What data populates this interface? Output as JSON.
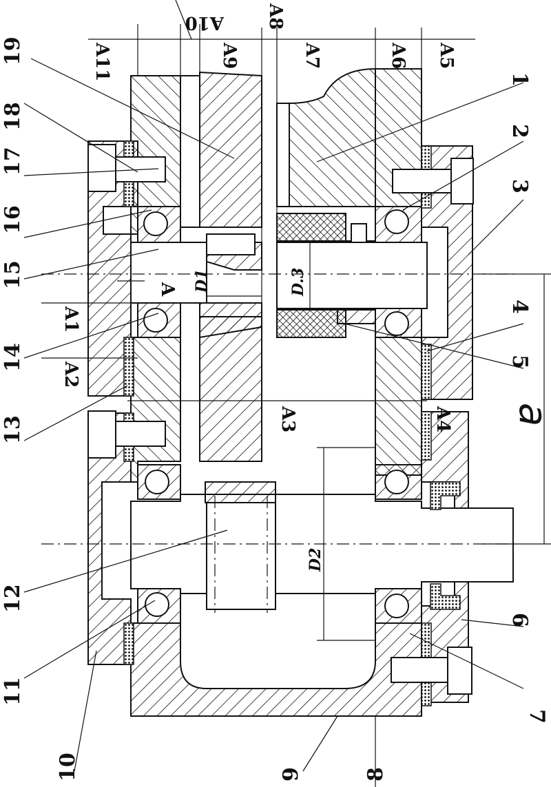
{
  "part_numbers": [
    "1",
    "2",
    "3",
    "4",
    "5",
    "6",
    "7",
    "8",
    "9",
    "10",
    "11",
    "12",
    "13",
    "14",
    "15",
    "16",
    "17",
    "18",
    "19"
  ],
  "dimensions": {
    "A1": "A1",
    "A2": "A2",
    "A3": "A3",
    "A4": "A4",
    "A5": "A5",
    "A6": "A6",
    "A7": "A7",
    "A8": "A8",
    "A9": "A9",
    "A10": "A10",
    "A11": "A11",
    "A": "A"
  },
  "diameters": {
    "D1": "D1",
    "D2": "D2",
    "D3": "D.3"
  },
  "center_distance": "a"
}
